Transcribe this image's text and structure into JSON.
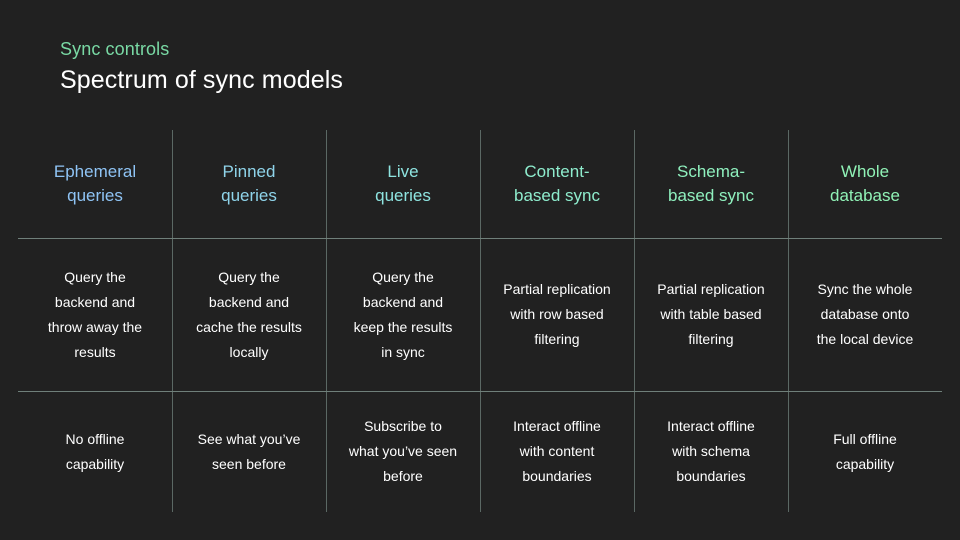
{
  "slide": {
    "background_color": "#212121",
    "eyebrow": "Sync controls",
    "headline": "Spectrum of sync models"
  },
  "table": {
    "columns": [
      {
        "header": "Ephemeral\nqueries",
        "header_color": "#8fc4f5",
        "description": "Query the\nbackend and\nthrow away the\nresults",
        "offline": "No offline\ncapability"
      },
      {
        "header": "Pinned\nqueries",
        "header_color": "#8fd4ea",
        "description": "Query the\nbackend and\ncache the results\nlocally",
        "offline": "See what you’ve\nseen before"
      },
      {
        "header": "Live\nqueries",
        "header_color": "#8ee4e0",
        "description": "Query the\nbackend and\nkeep the results\nin sync",
        "offline": "Subscribe to\nwhat you’ve seen\nbefore"
      },
      {
        "header": "Content-\nbased sync",
        "header_color": "#8eeccd",
        "description": "Partial replication\nwith row based\nfiltering",
        "offline": "Interact offline\nwith content\nboundaries"
      },
      {
        "header": "Schema-\nbased sync",
        "header_color": "#8ff0be",
        "description": "Partial replication\nwith table based\nfiltering",
        "offline": "Interact offline\nwith schema\nboundaries"
      },
      {
        "header": "Whole\ndatabase",
        "header_color": "#90f2b6",
        "description": "Sync the whole\ndatabase onto\nthe local device",
        "offline": "Full offline\ncapability"
      }
    ],
    "grid_line_color": "#7d8f8a",
    "body_text_color": "#ffffff"
  }
}
